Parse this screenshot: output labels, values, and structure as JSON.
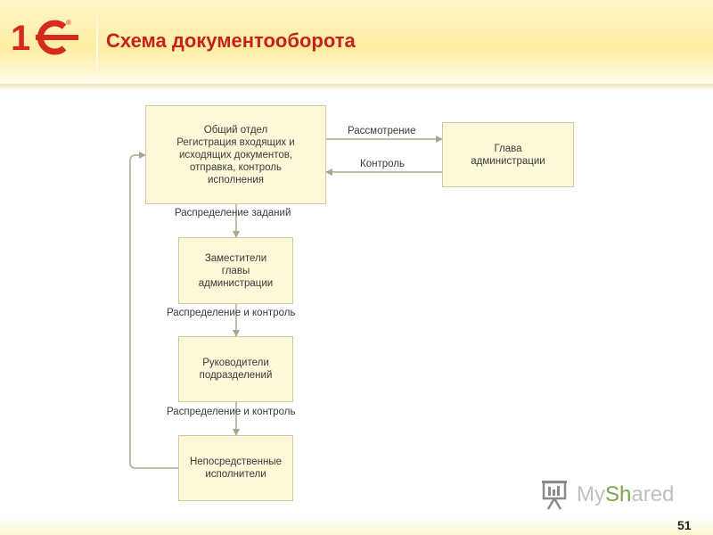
{
  "header": {
    "title": "Схема документооборота"
  },
  "diagram": {
    "nodes": {
      "general_department": "Общий отдел\nРегистрация входящих и\nисходящих документов,\nотправка, контроль\nисполнения",
      "head": "Глава\nадминистрации",
      "deputies": "Заместители\nглавы\nадминистрации",
      "unit_heads": "Руководители\nподразделений",
      "executors": "Непосредственные\nисполнители"
    },
    "edges": {
      "review": "Рассмотрение",
      "control": "Контроль",
      "task_distribution": "Распределение заданий",
      "distribution_control_1": "Распределение и контроль",
      "distribution_control_2": "Распределение и контроль"
    }
  },
  "watermark": {
    "prefix": "My",
    "highlight": "Sh",
    "rest": "ared"
  },
  "footer": {
    "page_number": "51"
  },
  "colors": {
    "title": "#c8201e",
    "box_fill": "#fdf8d8",
    "box_border": "#d2c99a",
    "arrow": "#a8a890",
    "logo_red": "#d52b1e",
    "logo_yellow": "#ffd200"
  }
}
